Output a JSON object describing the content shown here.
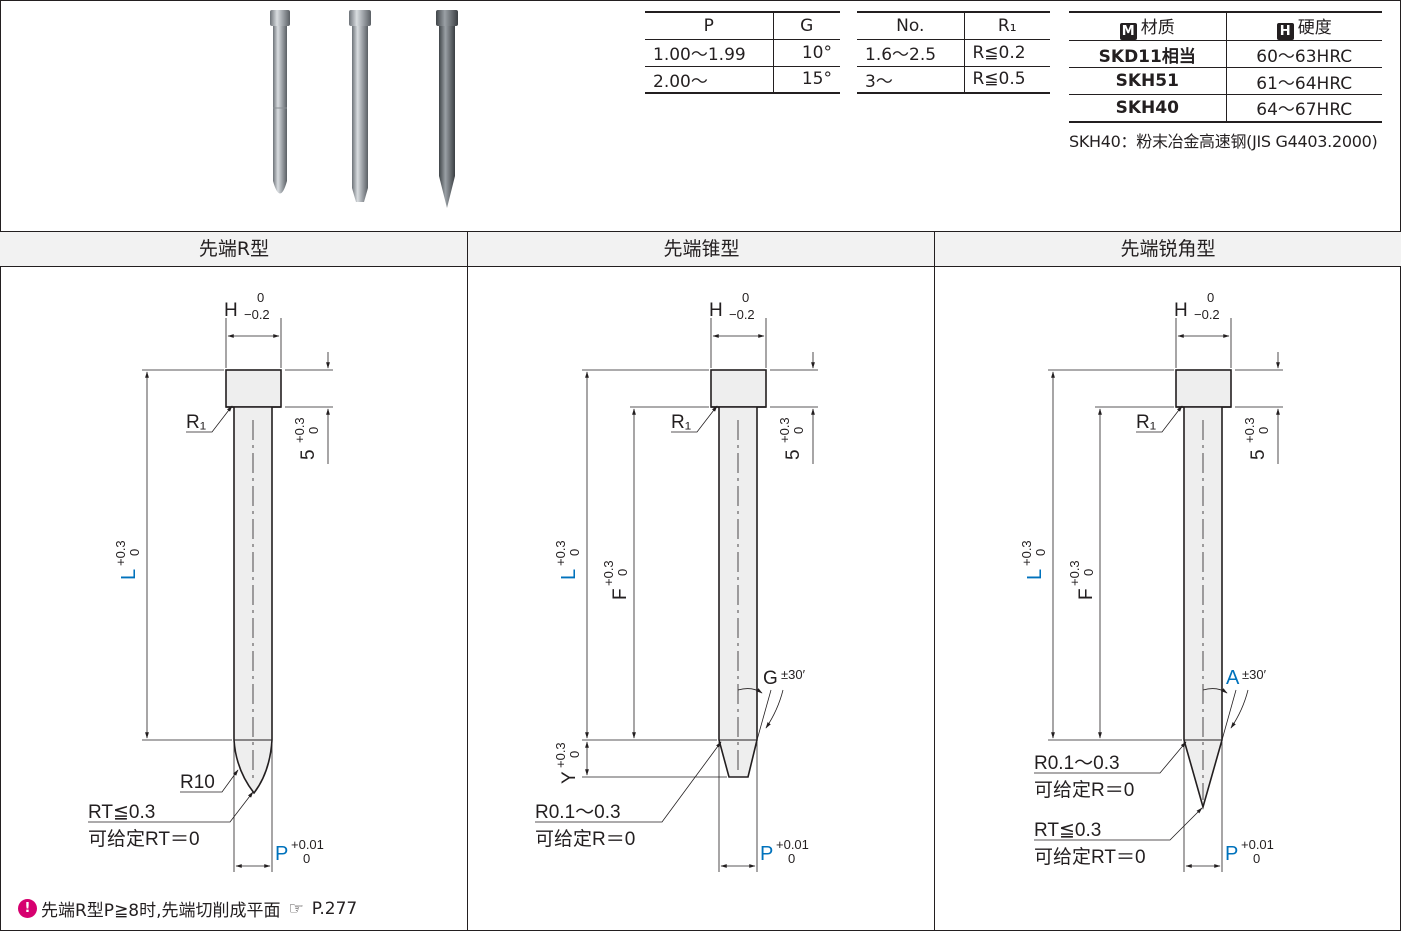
{
  "table_pg": {
    "headers": [
      "P",
      "G"
    ],
    "rows": [
      [
        "1.00～1.99",
        "10°"
      ],
      [
        "2.00～",
        "15°"
      ]
    ]
  },
  "table_r1": {
    "headers": [
      "No.",
      "R₁"
    ],
    "rows": [
      [
        "1.6～2.5",
        "R≦0.2"
      ],
      [
        "3～",
        "R≦0.5"
      ]
    ]
  },
  "table_material": {
    "headers": [
      {
        "tag": "M",
        "label": "材质"
      },
      {
        "tag": "H",
        "label": "硬度"
      }
    ],
    "rows": [
      [
        "SKD11相当",
        "60～63HRC"
      ],
      [
        "SKH51",
        "61～64HRC"
      ],
      [
        "SKH40",
        "64～67HRC"
      ]
    ],
    "note": "SKH40：粉末冶金高速钢(JIS G4403.2000)"
  },
  "sections": [
    "先端R型",
    "先端锥型",
    "先端锐角型"
  ],
  "labels": {
    "H": "H",
    "H_tol_up": "0",
    "H_tol_low": "−0.2",
    "five": "5",
    "five_tol_up": "+0.3",
    "five_tol_low": "0",
    "L": "L",
    "L_tol_up": "+0.3",
    "L_tol_low": "0",
    "F": "F",
    "F_tol_up": "+0.3",
    "F_tol_low": "0",
    "Y": "Y",
    "Y_tol_up": "+0.3",
    "Y_tol_low": "0",
    "P": "P",
    "P_tol_up": "+0.01",
    "P_tol_low": "0",
    "R1": "R₁",
    "R10": "R10",
    "RT": "RT≦0.3",
    "RT_note": "可给定RT＝0",
    "R01": "R0.1～0.3",
    "R_note": "可给定R＝0",
    "G": "G",
    "G_tol": "±30′",
    "A": "A",
    "A_tol": "±30′"
  },
  "footnote": {
    "text": "先端R型P≧8时,先端切削成平面",
    "ref": "P.277",
    "warn_icon": "warning-icon",
    "ref_icon": "pointing-hand-icon"
  },
  "colors": {
    "accent_blue": "#0072bc",
    "warning": "#d6006f",
    "line": "#231f20"
  }
}
